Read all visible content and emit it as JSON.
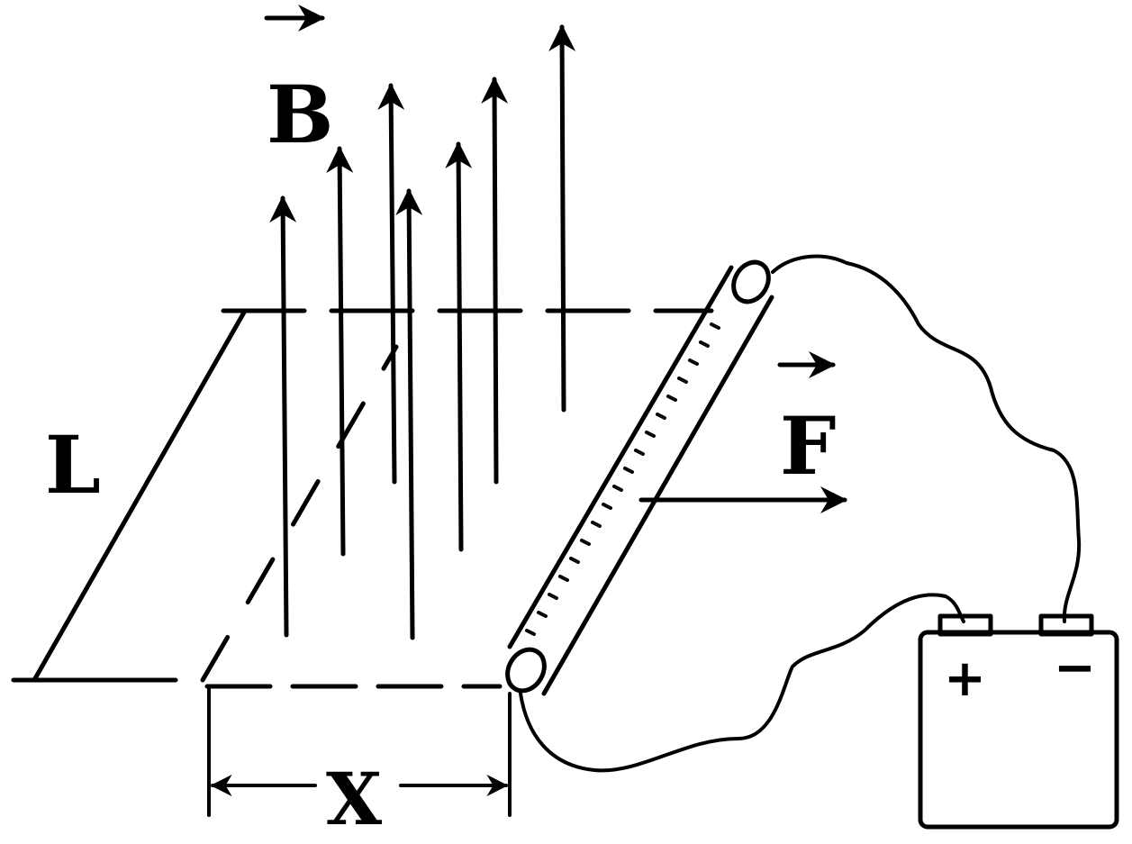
{
  "labels": {
    "field": "B",
    "length": "L",
    "force": "F",
    "distance": "X",
    "plus": "+",
    "minus": "−"
  }
}
